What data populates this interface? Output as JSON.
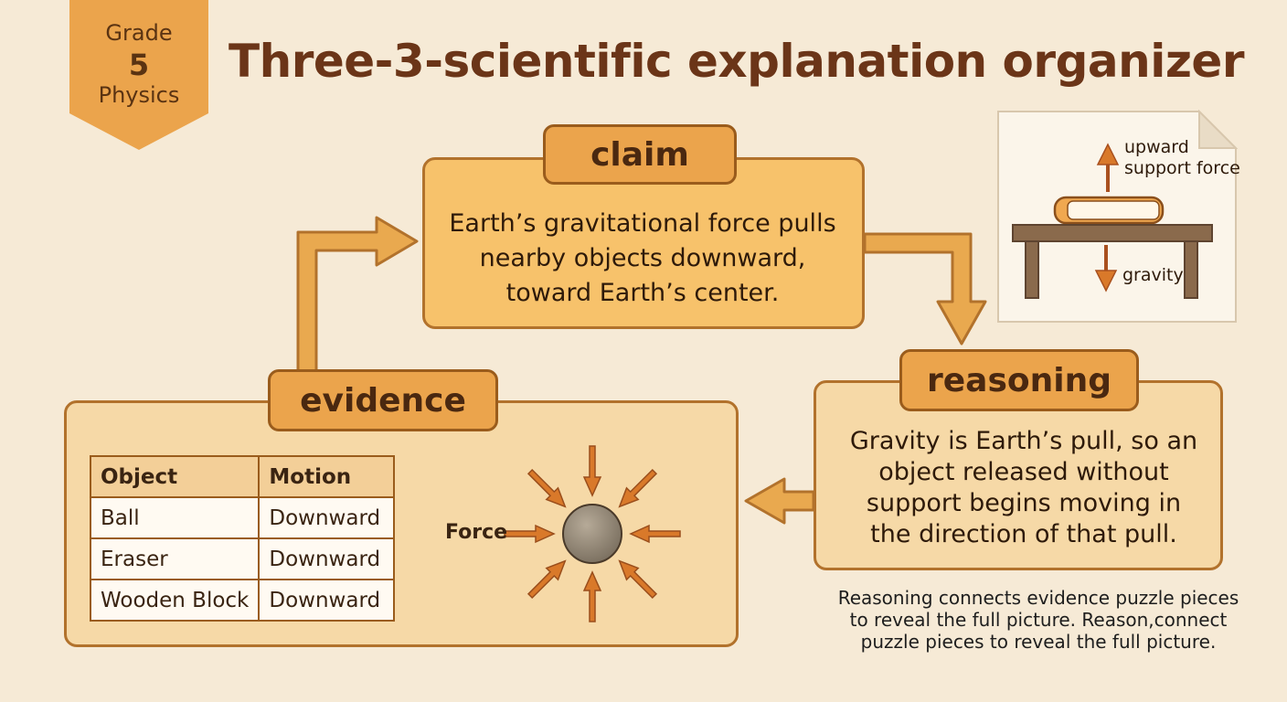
{
  "badge": {
    "grade_label": "Grade",
    "grade_number": "5",
    "subject": "Physics"
  },
  "title": "Three-3-scientific explanation organizer",
  "claim": {
    "tab_label": "claim",
    "lines": [
      "Earth’s gravitational force pulls",
      "nearby objects downward,",
      "toward Earth’s center."
    ]
  },
  "reasoning": {
    "tab_label": "reasoning",
    "lines": [
      "Gravity is Earth’s pull, so an",
      "object released without",
      "support begins moving in",
      "the direction of that pull."
    ]
  },
  "evidence": {
    "tab_label": "evidence",
    "table": {
      "headers": [
        "Object",
        "Motion"
      ],
      "rows": [
        [
          "Ball",
          "Downward"
        ],
        [
          "Eraser",
          "Downward"
        ],
        [
          "Wooden Block",
          "Downward"
        ]
      ]
    },
    "force_label": "Force"
  },
  "illustration": {
    "upward_label": [
      "upward",
      "support force"
    ],
    "gravity_label": "gravity"
  },
  "note": {
    "lines": [
      "Reasoning connects evidence puzzle pieces",
      "to reveal the full picture. Reason,connect",
      "puzzle pieces to reveal the full picture."
    ]
  },
  "colors": {
    "background": "#f6ead6",
    "claim_fill": "#f7c26b",
    "panel_fill": "#f6d9a7",
    "tab_fill": "#eba44c",
    "border": "#b2722c",
    "arrow": "#d9792a",
    "title": "#6b3518"
  }
}
